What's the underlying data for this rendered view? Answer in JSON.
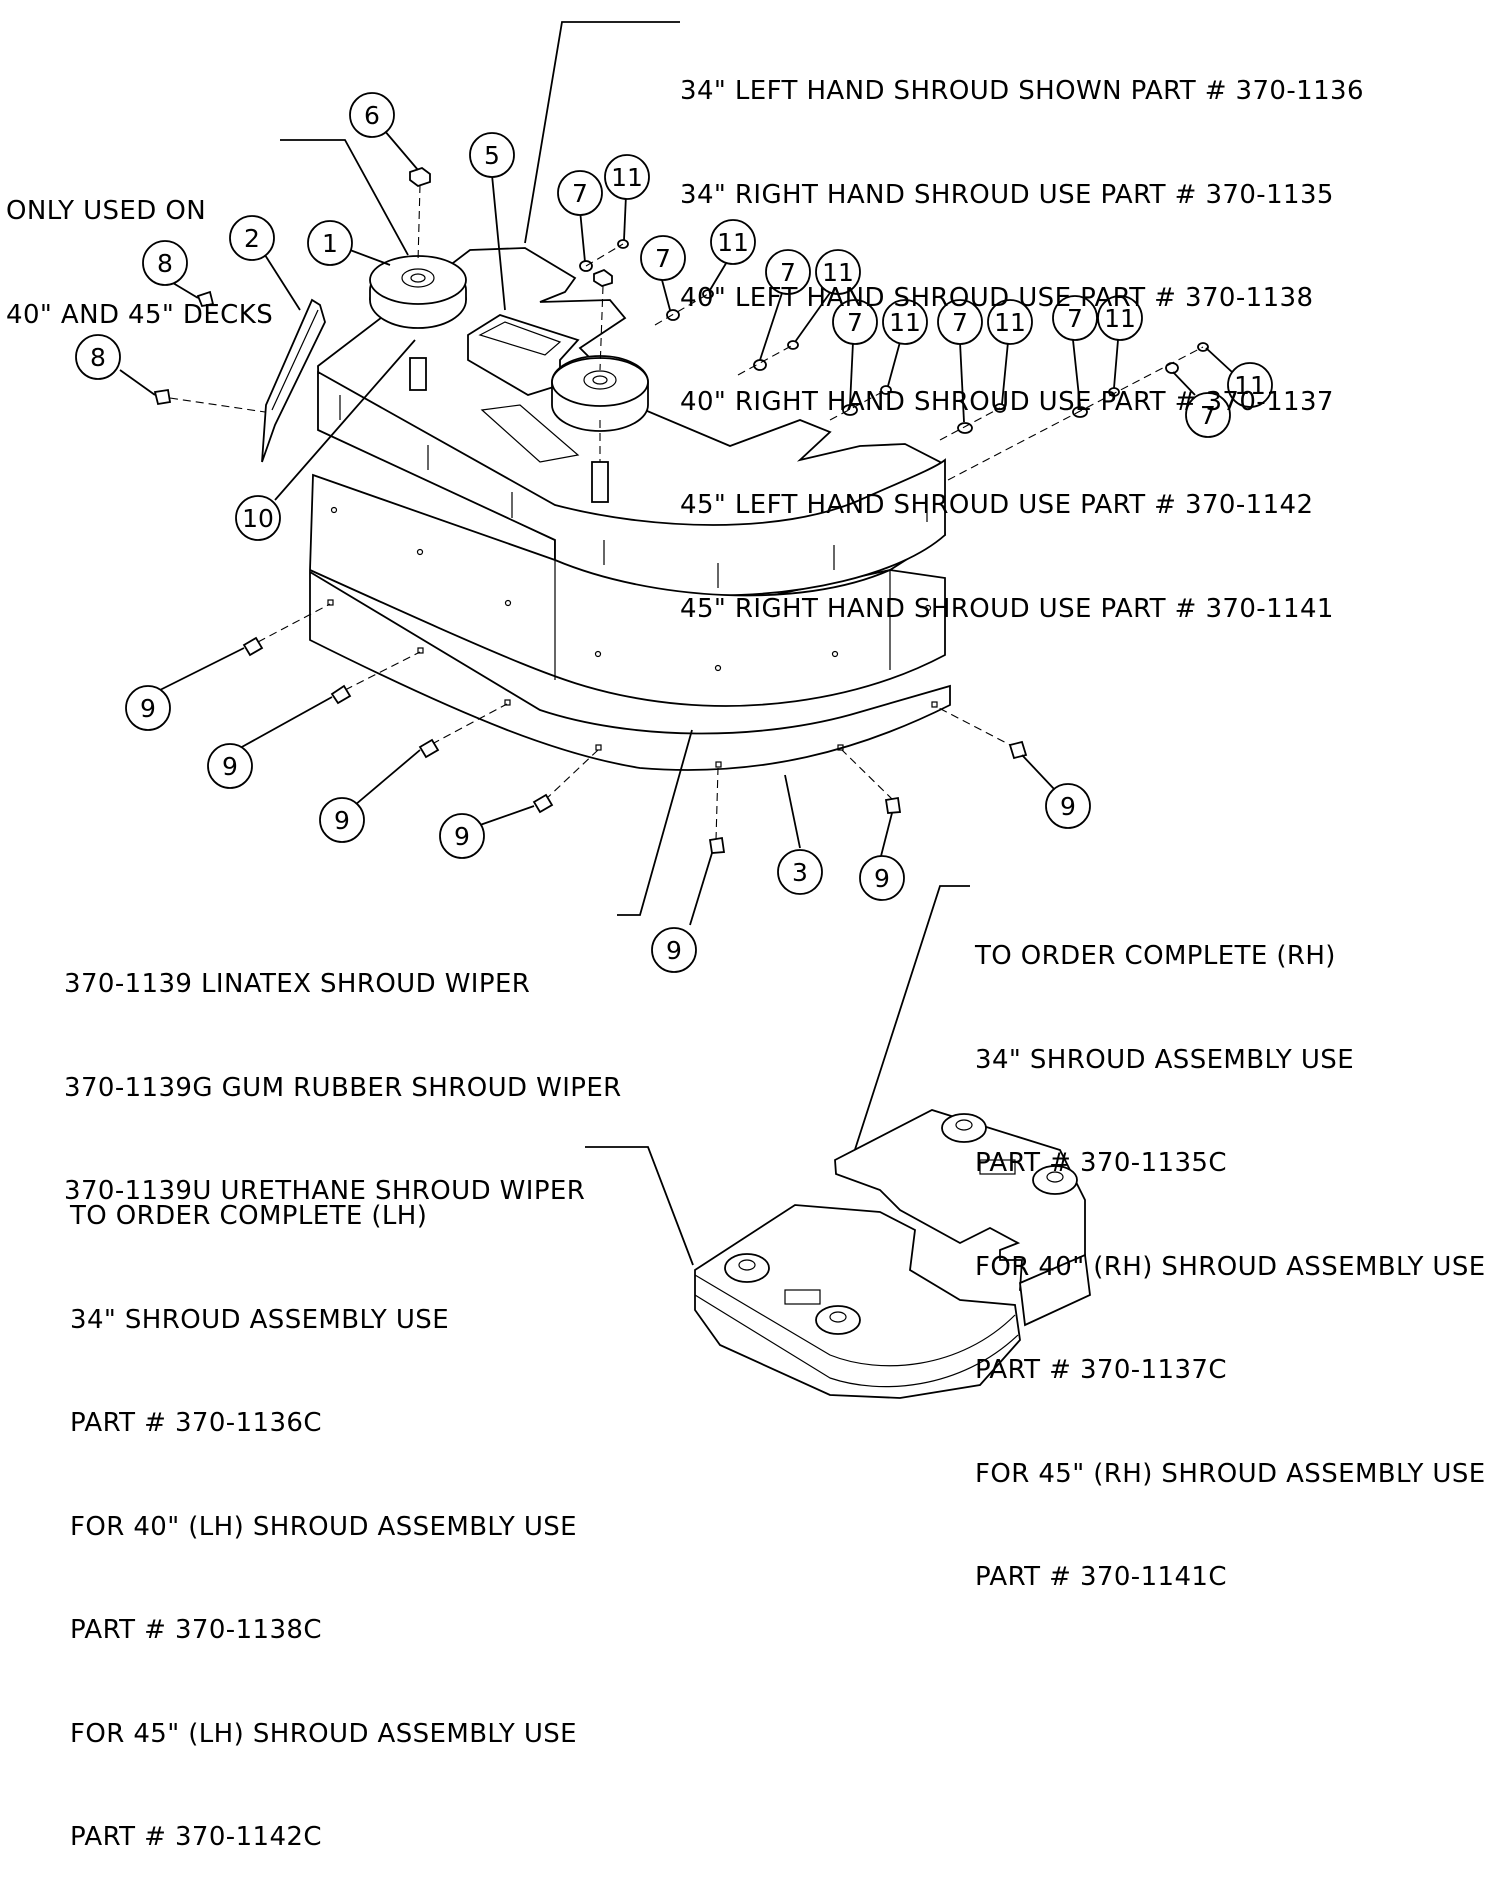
{
  "notes": {
    "shroud_parts": [
      "34\" LEFT HAND SHROUD SHOWN PART # 370-1136",
      "34\" RIGHT HAND SHROUD USE PART # 370-1135",
      "40\" LEFT HAND SHROUD USE PART # 370-1138",
      "40\" RIGHT HAND SHROUD USE PART # 370-1137",
      "45\" LEFT HAND SHROUD USE PART # 370-1142",
      "45\" RIGHT HAND SHROUD USE PART # 370-1141"
    ],
    "only_used_on": [
      "ONLY USED ON",
      "40\" AND 45\" DECKS"
    ],
    "wiper_parts": [
      "370-1139 LINATEX SHROUD WIPER",
      "370-1139G GUM RUBBER SHROUD WIPER",
      "370-1139U URETHANE SHROUD WIPER"
    ],
    "rh_assembly": [
      "TO ORDER COMPLETE (RH)",
      "34\" SHROUD ASSEMBLY USE",
      "PART # 370-1135C",
      "FOR 40\" (RH) SHROUD ASSEMBLY USE",
      "PART # 370-1137C",
      "FOR 45\" (RH) SHROUD ASSEMBLY USE",
      "PART # 370-1141C"
    ],
    "lh_assembly": [
      "TO ORDER COMPLETE (LH)",
      "34\" SHROUD ASSEMBLY USE",
      "PART # 370-1136C",
      "FOR 40\" (LH) SHROUD ASSEMBLY USE",
      "PART # 370-1138C",
      "FOR 45\" (LH) SHROUD ASSEMBLY USE",
      "PART # 370-1142C"
    ]
  },
  "callouts": [
    "6",
    "5",
    "7",
    "11",
    "1",
    "2",
    "8",
    "7",
    "11",
    "7",
    "11",
    "7",
    "11",
    "7",
    "11",
    "7",
    "11",
    "8",
    "11",
    "7",
    "10",
    "9",
    "9",
    "9",
    "9",
    "3",
    "9",
    "9",
    "9"
  ]
}
